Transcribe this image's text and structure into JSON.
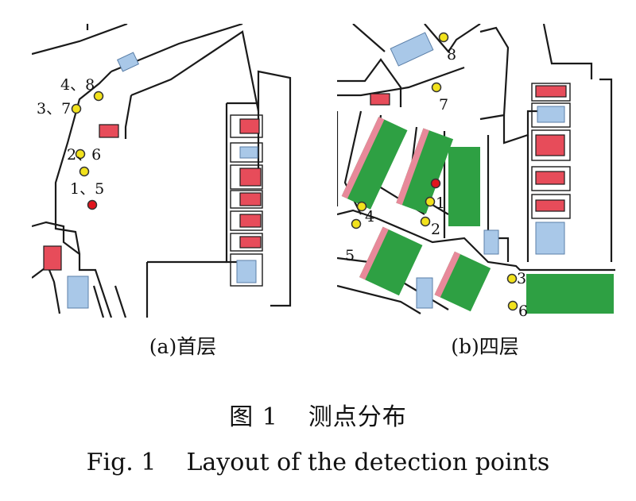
{
  "panel_a": {
    "label": "(a)首层",
    "points": [
      {
        "id": "p-a-48",
        "text": "4、8",
        "color": "yellow"
      },
      {
        "id": "p-a-37",
        "text": "3、7",
        "color": "yellow"
      },
      {
        "id": "p-a-26",
        "text": "2、6",
        "color": "yellow"
      },
      {
        "id": "p-a-15",
        "text": "1、5",
        "color": "yellow"
      },
      {
        "id": "p-a-red",
        "text": "",
        "color": "red"
      }
    ]
  },
  "panel_b": {
    "label": "(b)四层",
    "points": [
      {
        "id": "p-b-8",
        "text": "8",
        "color": "yellow"
      },
      {
        "id": "p-b-7",
        "text": "7",
        "color": "yellow"
      },
      {
        "id": "p-b-1",
        "text": "1",
        "color": "yellow"
      },
      {
        "id": "p-b-2",
        "text": "2",
        "color": "yellow"
      },
      {
        "id": "p-b-4",
        "text": "4",
        "color": "yellow"
      },
      {
        "id": "p-b-5",
        "text": "5",
        "color": "yellow"
      },
      {
        "id": "p-b-3",
        "text": "3",
        "color": "yellow"
      },
      {
        "id": "p-b-6",
        "text": "6",
        "color": "yellow"
      },
      {
        "id": "p-b-red",
        "text": "",
        "color": "red"
      }
    ]
  },
  "caption": {
    "cn_fig": "图 1",
    "cn_title": "测点分布",
    "en_fig": "Fig. 1",
    "en_title": "Layout of the detection points"
  },
  "colors": {
    "point_yellow": "#f2e21c",
    "point_red": "#e0141d",
    "room_red": "#e74c5a",
    "seat_green": "#2ea043"
  }
}
